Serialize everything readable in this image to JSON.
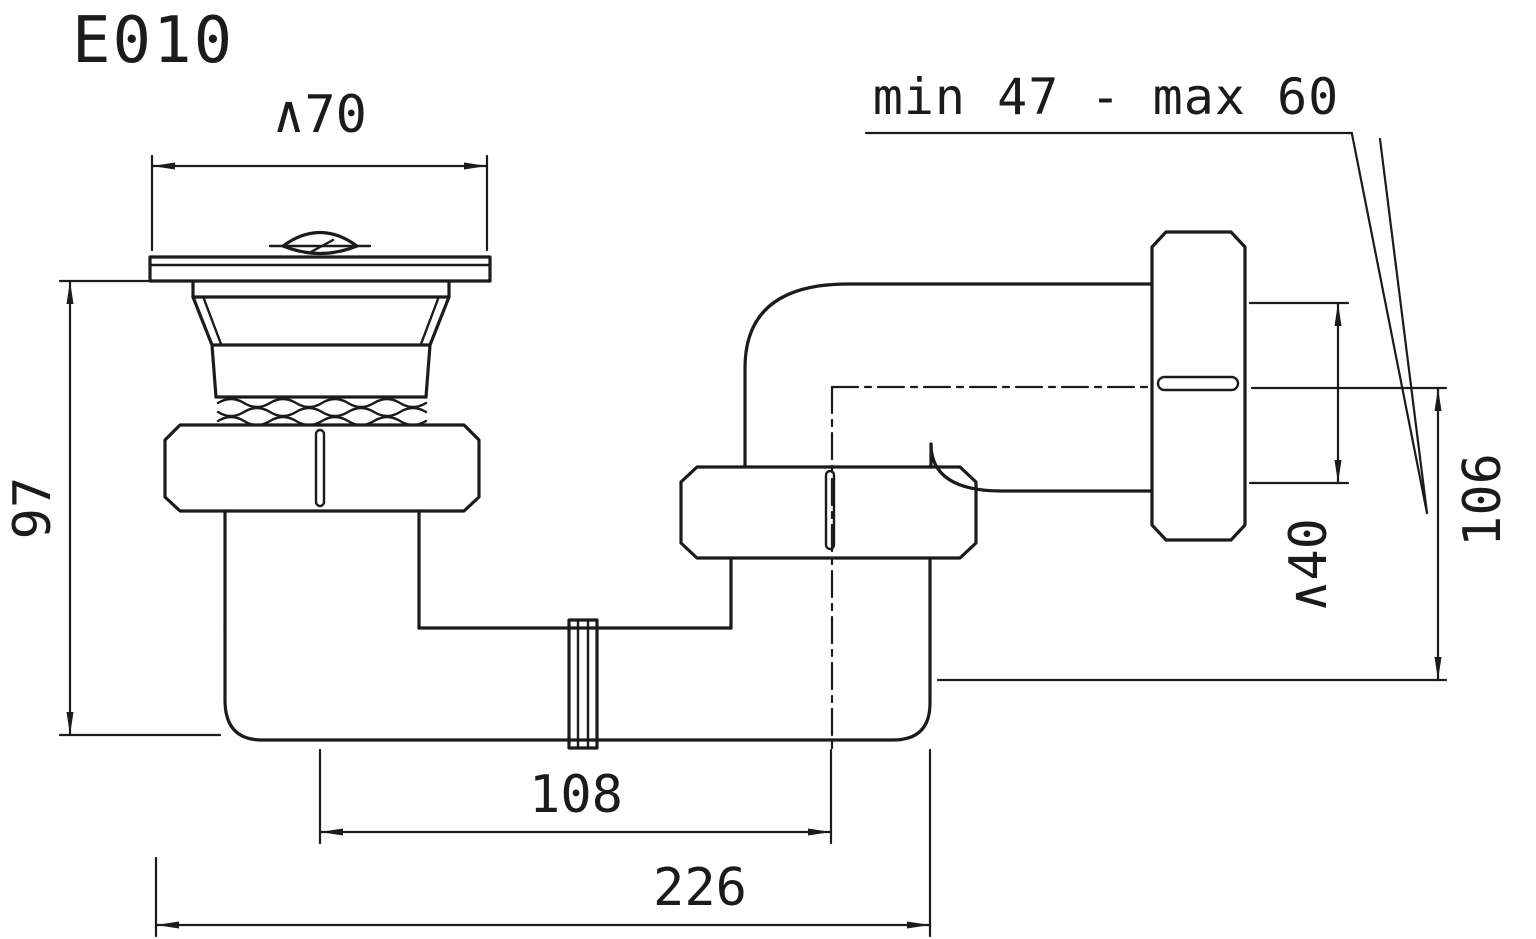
{
  "title_block": {
    "code": "E010"
  },
  "dimensions": {
    "flange_diameter": "∧70",
    "wall_depth": "min 47 - max 60",
    "overall_height": "97",
    "outlet_height": "106",
    "outlet_diameter": "∧40",
    "trap_offset": "108",
    "overall_length": "226"
  },
  "colors": {
    "ink": "#1b1b1b",
    "background": "#ffffff"
  }
}
